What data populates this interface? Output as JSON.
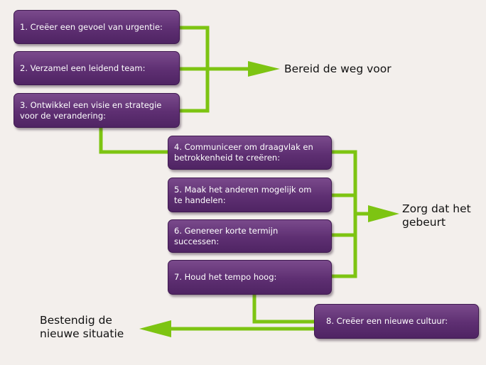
{
  "colors": {
    "box_fill": "#5e2f72",
    "connector_green": "#7dc412",
    "background": "#f3efec"
  },
  "steps": [
    {
      "label": "1. Creëer een gevoel van urgentie:"
    },
    {
      "label": "2. Verzamel een leidend team:"
    },
    {
      "label": "3. Ontwikkel een visie en strategie\nvoor de verandering:"
    },
    {
      "label": "4. Communiceer om draagvlak en\nbetrokkenheid te creëren:"
    },
    {
      "label": "5. Maak het anderen mogelijk om\nte handelen:"
    },
    {
      "label": "6. Genereer korte termijn\nsuccessen:"
    },
    {
      "label": "7. Houd het tempo hoog:"
    },
    {
      "label": "8. Creëer een nieuwe cultuur:"
    }
  ],
  "groups": [
    {
      "label": "Bereid de weg voor"
    },
    {
      "label": "Zorg dat het\ngebeurt"
    },
    {
      "label": "Bestendig de\nnieuwe situatie"
    }
  ]
}
